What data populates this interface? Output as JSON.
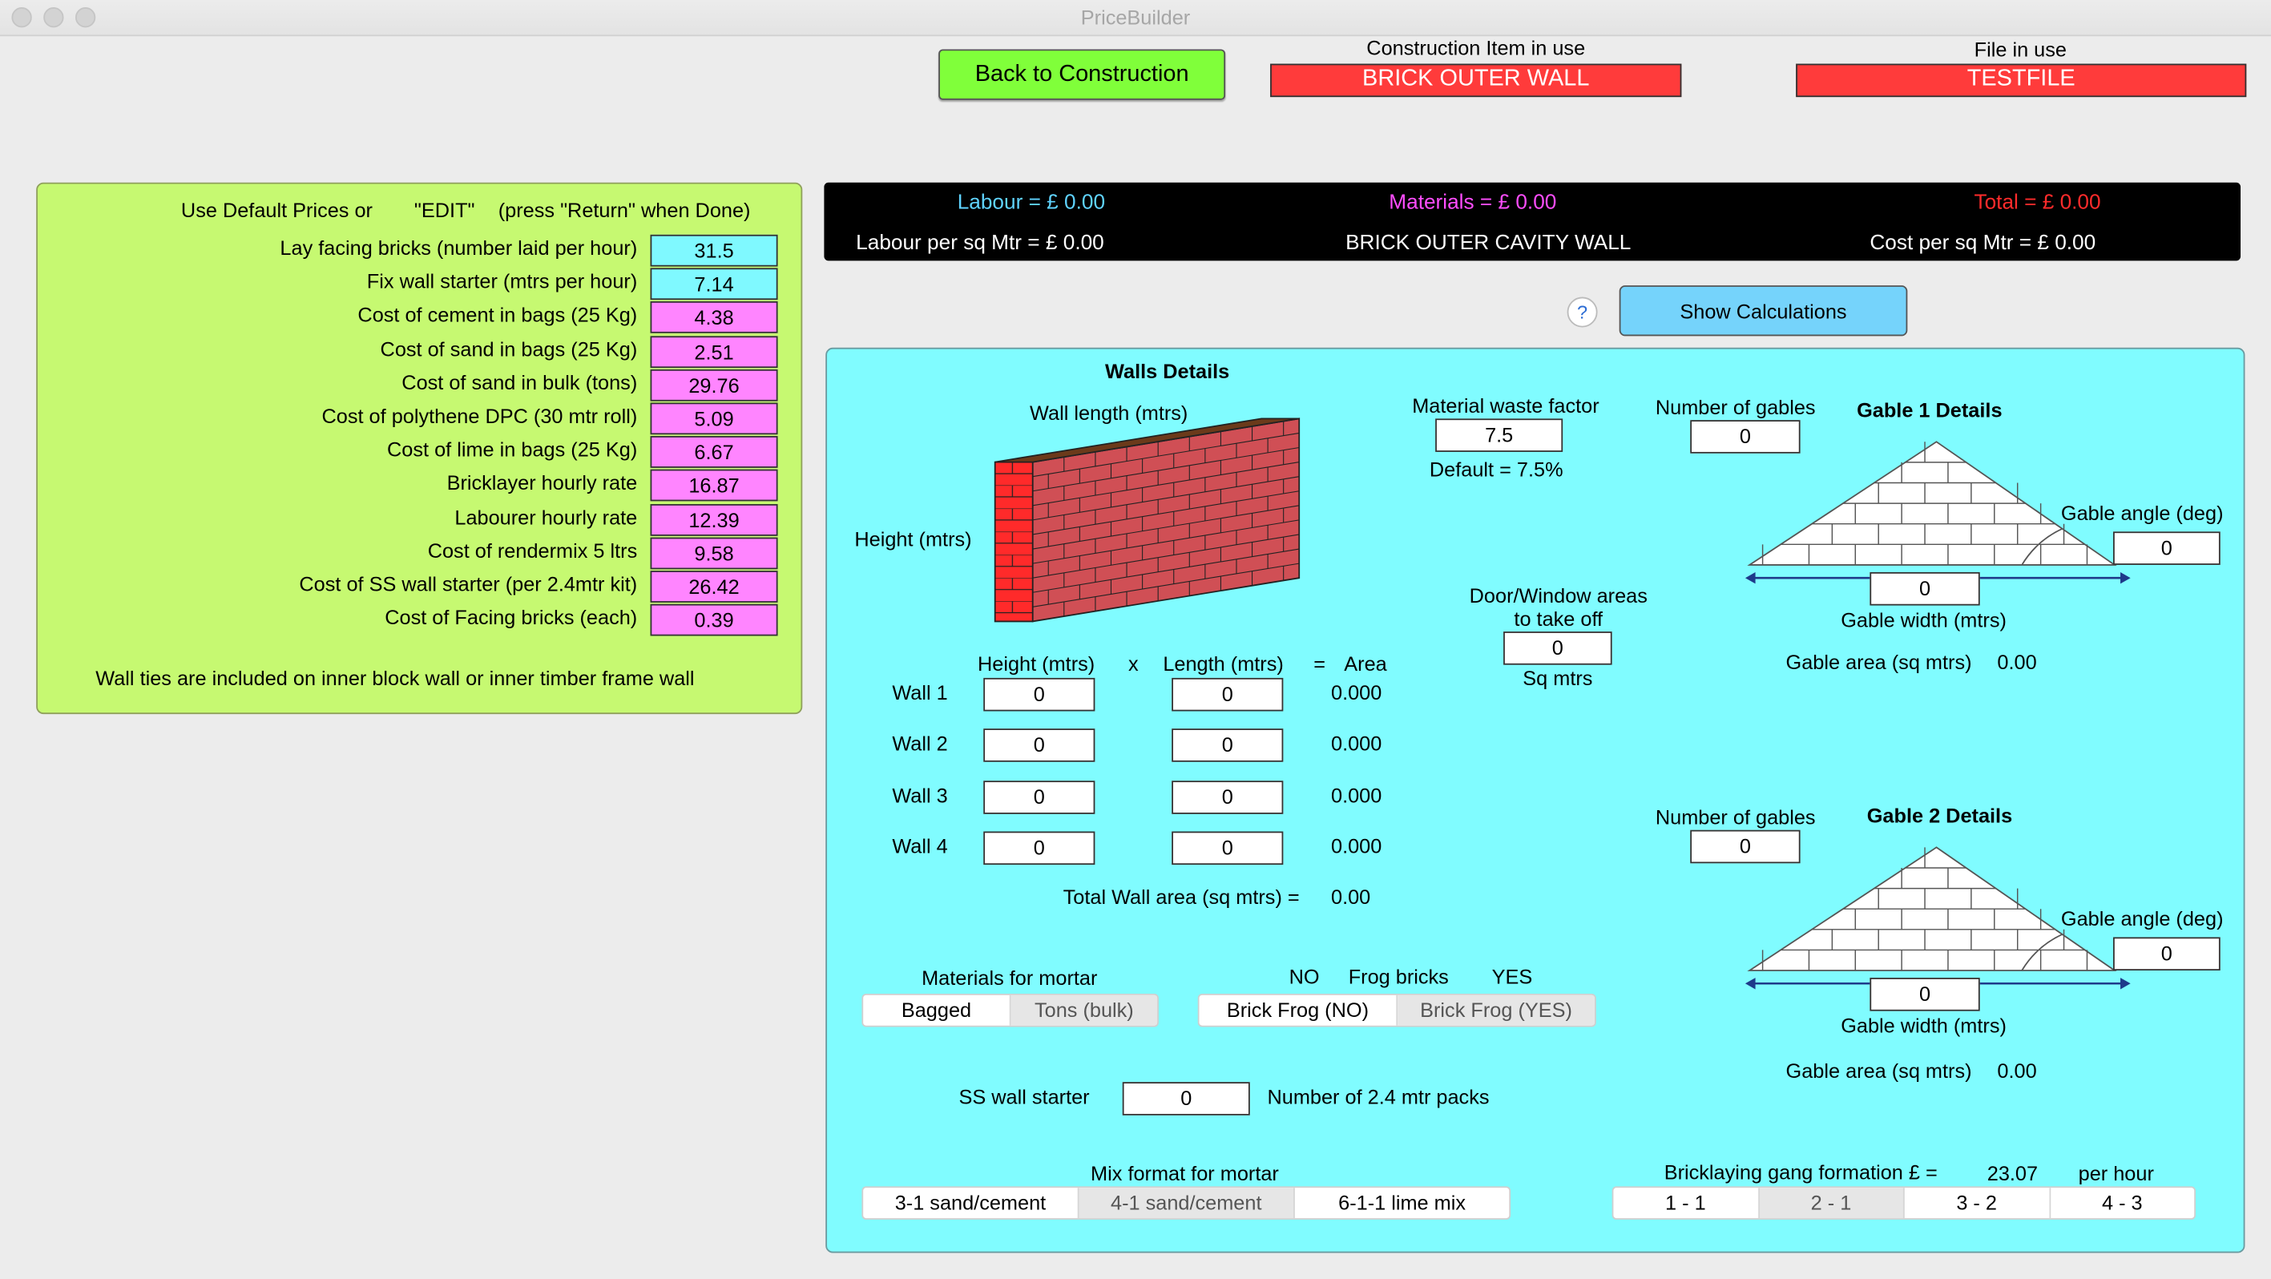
{
  "window": {
    "title": "PriceBuilder"
  },
  "header": {
    "back_button": "Back to Construction",
    "construction_label": "Construction Item in use",
    "construction_value": "BRICK OUTER WALL",
    "file_label": "File in use",
    "file_value": "TESTFILE"
  },
  "prices": {
    "header_use": "Use Default Prices or",
    "header_edit": "\"EDIT\"",
    "header_hint": "(press \"Return\" when Done)",
    "items": [
      {
        "label": "Lay facing bricks (number laid per hour)",
        "value": "31.5",
        "color": "#7ff9ff"
      },
      {
        "label": "Fix wall starter (mtrs per hour)",
        "value": "7.14",
        "color": "#7ff9ff"
      },
      {
        "label": "Cost of cement in bags (25 Kg)",
        "value": "4.38",
        "color": "#ff85ff"
      },
      {
        "label": "Cost of sand in bags (25 Kg)",
        "value": "2.51",
        "color": "#ff85ff"
      },
      {
        "label": "Cost of sand in bulk (tons)",
        "value": "29.76",
        "color": "#ff85ff"
      },
      {
        "label": "Cost of polythene DPC (30 mtr roll)",
        "value": "5.09",
        "color": "#ff85ff"
      },
      {
        "label": "Cost of lime in bags (25 Kg)",
        "value": "6.67",
        "color": "#ff85ff"
      },
      {
        "label": "Bricklayer hourly rate",
        "value": "16.87",
        "color": "#ff85ff"
      },
      {
        "label": "Labourer hourly rate",
        "value": "12.39",
        "color": "#ff85ff"
      },
      {
        "label": "Cost of rendermix 5 ltrs",
        "value": "9.58",
        "color": "#ff85ff"
      },
      {
        "label": "Cost of SS wall starter (per 2.4mtr kit)",
        "value": "26.42",
        "color": "#ff85ff"
      },
      {
        "label": "Cost of Facing bricks (each)",
        "value": "0.39",
        "color": "#ff85ff"
      }
    ],
    "footer": "Wall ties are included on inner block wall or inner timber frame wall"
  },
  "summary": {
    "labour": "Labour = £  0.00",
    "materials": "Materials = £ 0.00",
    "total": "Total = £  0.00",
    "labour_sqm": "Labour per sq Mtr = £  0.00",
    "title": "BRICK OUTER CAVITY WALL",
    "cost_sqm": "Cost per sq Mtr = £  0.00",
    "labour_color": "#5fd3ff",
    "materials_color": "#ff4dff",
    "total_color": "#ff2b2b"
  },
  "show_calc": {
    "help": "?",
    "label": "Show Calculations"
  },
  "walls": {
    "title": "Walls Details",
    "wall_length_label": "Wall length (mtrs)",
    "height_label": "Height (mtrs)",
    "col_height": "Height (mtrs)",
    "col_x": "x",
    "col_length": "Length (mtrs)",
    "col_eq": "=",
    "col_area": "Area",
    "rows": [
      {
        "name": "Wall 1",
        "height": "0",
        "length": "0",
        "area": "0.000"
      },
      {
        "name": "Wall 2",
        "height": "0",
        "length": "0",
        "area": "0.000"
      },
      {
        "name": "Wall 3",
        "height": "0",
        "length": "0",
        "area": "0.000"
      },
      {
        "name": "Wall 4",
        "height": "0",
        "length": "0",
        "area": "0.000"
      }
    ],
    "total_label": "Total Wall area (sq mtrs) =",
    "total_value": "0.00"
  },
  "waste": {
    "label": "Material waste factor",
    "value": "7.5",
    "default": "Default = 7.5%"
  },
  "door_window": {
    "label1": "Door/Window areas",
    "label2": "to take off",
    "value": "0",
    "unit": "Sq mtrs"
  },
  "gable1": {
    "count_label": "Number of gables",
    "count": "0",
    "title": "Gable 1 Details",
    "angle_label": "Gable angle (deg)",
    "angle": "0",
    "width": "0",
    "width_label": "Gable width (mtrs)",
    "area_label": "Gable area (sq mtrs)",
    "area": "0.00"
  },
  "gable2": {
    "count_label": "Number of gables",
    "count": "0",
    "title": "Gable 2 Details",
    "angle_label": "Gable angle (deg)",
    "angle": "0",
    "width": "0",
    "width_label": "Gable width (mtrs)",
    "area_label": "Gable area (sq mtrs)",
    "area": "0.00"
  },
  "mortar": {
    "label": "Materials for mortar",
    "options": [
      "Bagged",
      "Tons (bulk)"
    ],
    "selected": "Bagged"
  },
  "frog": {
    "no": "NO",
    "label": "Frog bricks",
    "yes": "YES",
    "options": [
      "Brick Frog (NO)",
      "Brick Frog (YES)"
    ],
    "selected": "Brick Frog (NO)"
  },
  "starter": {
    "label": "SS wall starter",
    "value": "0",
    "unit": "Number of 2.4 mtr packs"
  },
  "mix": {
    "label": "Mix format for mortar",
    "options": [
      "3-1 sand/cement",
      "4-1 sand/cement",
      "6-1-1 lime mix"
    ],
    "selected": "3-1 sand/cement"
  },
  "gang": {
    "label": "Bricklaying gang formation £ =",
    "value": "23.07",
    "unit": "per hour",
    "options": [
      "1 - 1",
      "2 - 1",
      "3 - 2",
      "4 - 3"
    ],
    "selected": "1 - 1"
  }
}
